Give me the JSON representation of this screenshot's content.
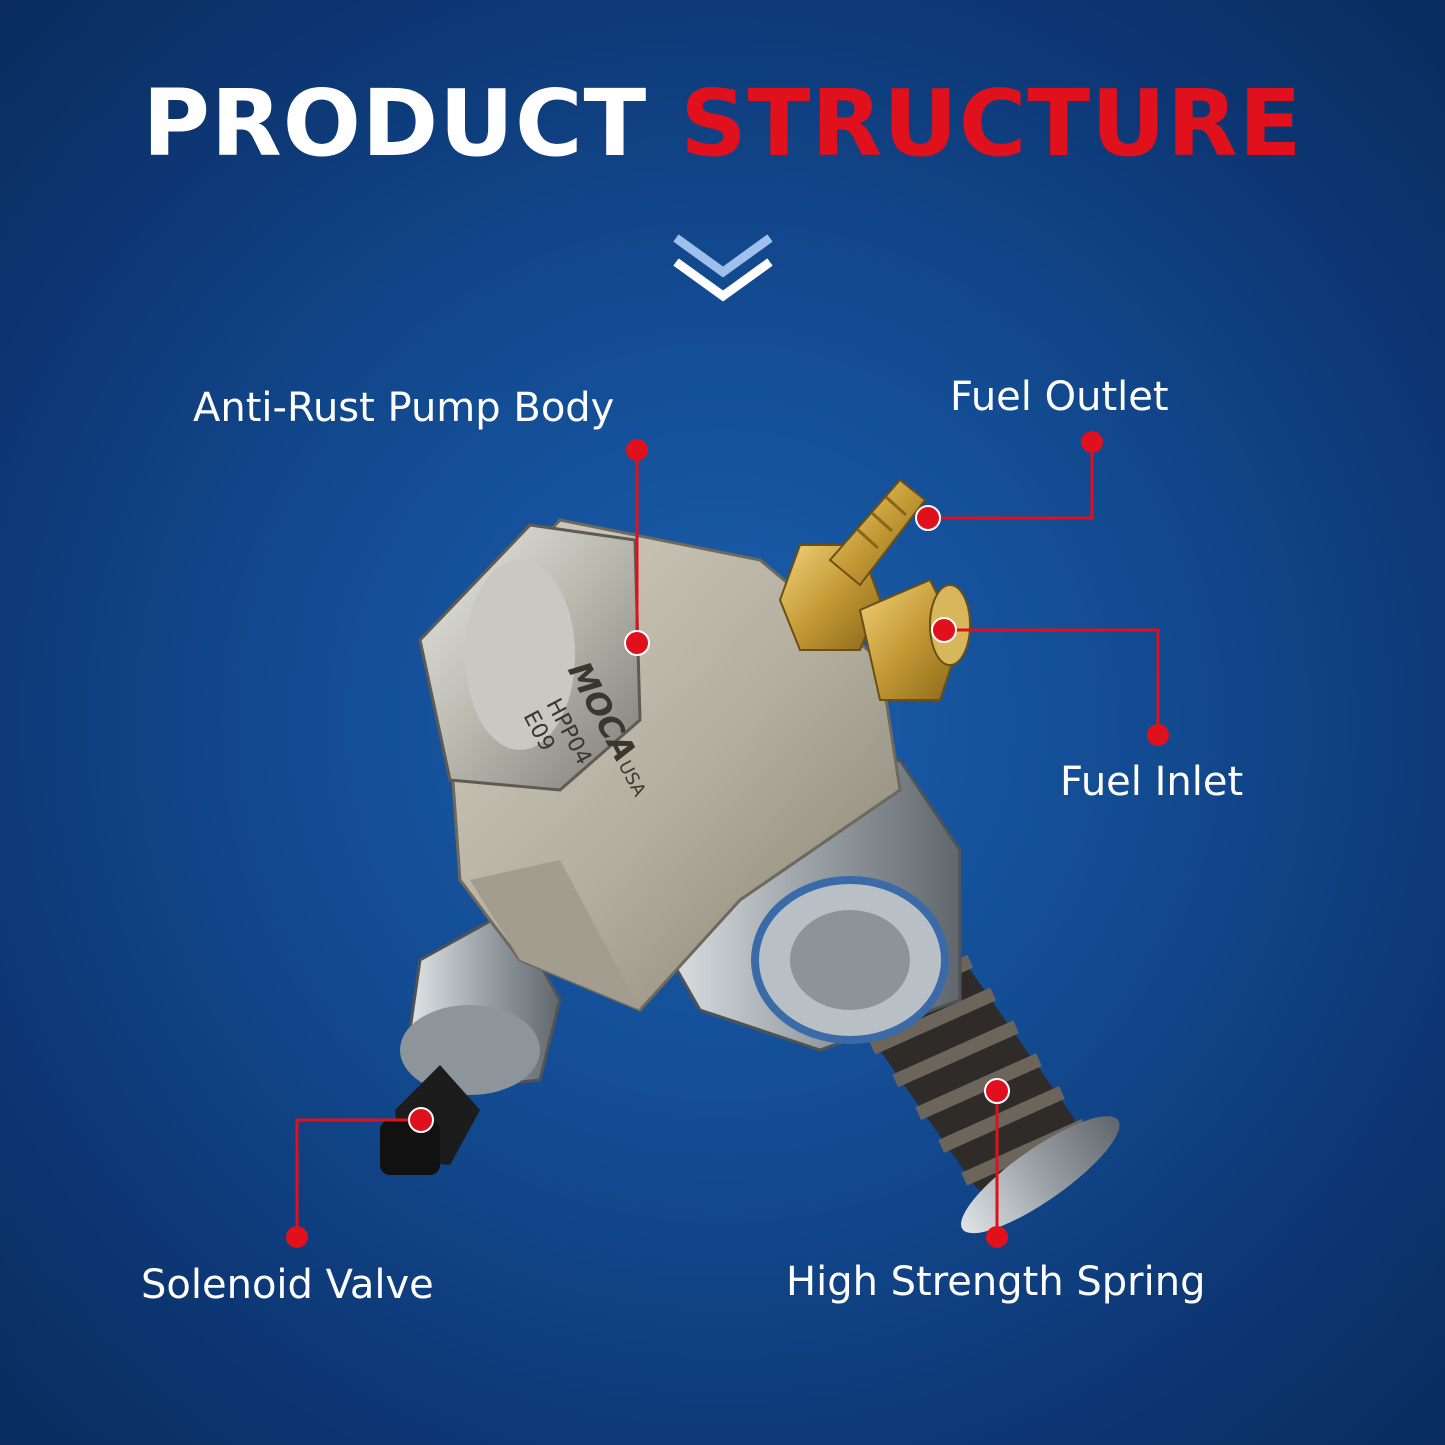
{
  "title": {
    "part1": "PRODUCT",
    "part2": "STRUCTURE"
  },
  "labels": {
    "pump_body": "Anti-Rust Pump Body",
    "fuel_outlet": "Fuel Outlet",
    "fuel_inlet": "Fuel Inlet",
    "solenoid": "Solenoid Valve",
    "spring": "High Strength Spring"
  },
  "product_marking": {
    "brand": "MOCA",
    "origin": "USA",
    "model": "HPP04",
    "code": "E09"
  },
  "colors": {
    "accent_red": "#e0101c",
    "background": "#134c93",
    "text": "#ffffff"
  },
  "icons": [
    "chevron-double-down-icon"
  ]
}
